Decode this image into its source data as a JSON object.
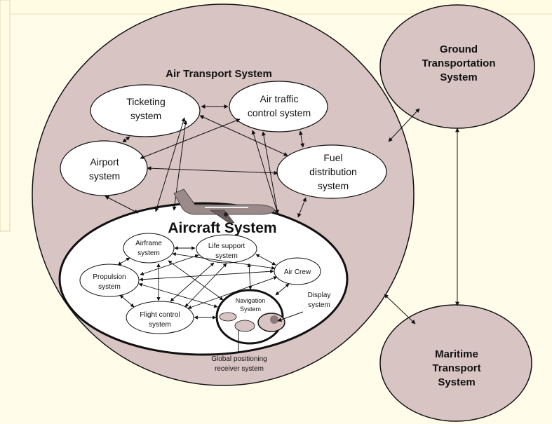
{
  "colors": {
    "background": "#fffde9",
    "panel": "#fffce3",
    "system_fill": "#d9c4c4",
    "line": "#111111"
  },
  "air_transport": {
    "title": "Air Transport System"
  },
  "ground": {
    "line1": "Ground",
    "line2": "Transportation",
    "line3": "System"
  },
  "maritime": {
    "line1": "Maritime",
    "line2": "Transport",
    "line3": "System"
  },
  "air_nodes": {
    "ticketing": {
      "line1": "Ticketing",
      "line2": "system"
    },
    "atc": {
      "line1": "Air traffic",
      "line2": "control system"
    },
    "airport": {
      "line1": "Airport",
      "line2": "system"
    },
    "fuel": {
      "line1": "Fuel",
      "line2": "distribution",
      "line3": "system"
    }
  },
  "aircraft": {
    "title": "Aircraft System",
    "airframe": {
      "line1": "Airframe",
      "line2": "system"
    },
    "life_support": {
      "line1": "Life support",
      "line2": "system"
    },
    "propulsion": {
      "line1": "Propulsion",
      "line2": "system"
    },
    "air_crew": {
      "label": "Air Crew"
    },
    "flight_control": {
      "line1": "Flight control",
      "line2": "system"
    },
    "navigation": {
      "line1": "Navigation",
      "line2": "System"
    },
    "display": {
      "line1": "Display",
      "line2": "system"
    },
    "gps": {
      "line1": "Global positioning",
      "line2": "receiver system"
    }
  },
  "icons": {
    "airplane": "airplane-icon"
  }
}
